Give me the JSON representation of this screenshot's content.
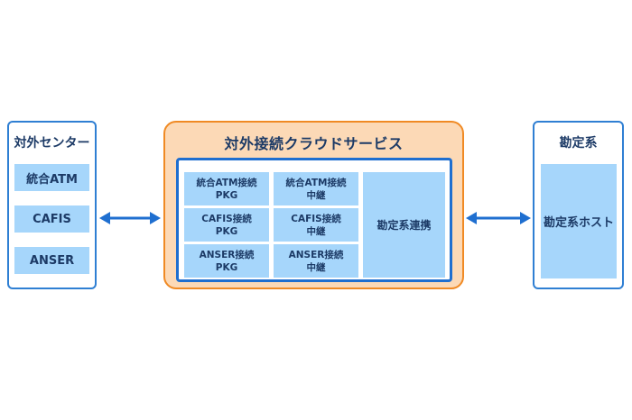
{
  "left_panel": {
    "title": "対外センター",
    "items": [
      "統合ATM",
      "CAFIS",
      "ANSER"
    ]
  },
  "center_panel": {
    "title": "対外接続クラウドサービス",
    "modules": [
      {
        "line1": "統合ATM接続",
        "line2": "PKG"
      },
      {
        "line1": "統合ATM接続",
        "line2": "中継"
      },
      {
        "line1": "CAFIS接続",
        "line2": "PKG"
      },
      {
        "line1": "CAFIS接続",
        "line2": "中継"
      },
      {
        "line1": "ANSER接続",
        "line2": "PKG"
      },
      {
        "line1": "ANSER接続",
        "line2": "中継"
      }
    ],
    "link_module": "勘定系連携"
  },
  "right_panel": {
    "title": "勘定系",
    "host": "勘定系ホスト"
  },
  "colors": {
    "blue_border": "#2f7fd3",
    "light_blue": "#a6d6fb",
    "orange_border": "#f08a24",
    "orange_fill": "#fcd9b6",
    "arrow": "#1f6fd0"
  }
}
